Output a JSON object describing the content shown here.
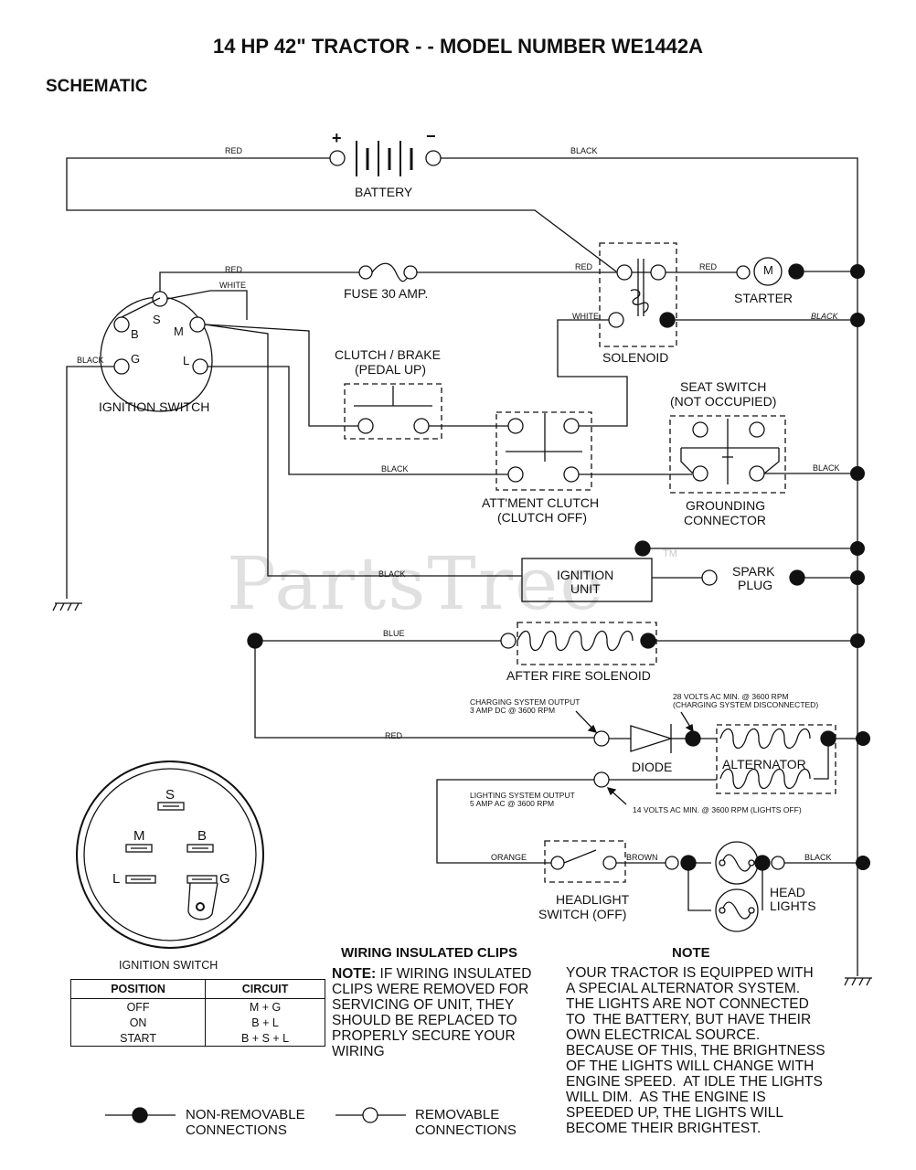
{
  "header": {
    "title": "14 HP 42\" TRACTOR - - MODEL NUMBER WE1442A",
    "subtitle": "SCHEMATIC"
  },
  "watermark": {
    "text": "PartsTree",
    "tm": "TM"
  },
  "components": {
    "battery": "BATTERY",
    "battery_plus": "+",
    "battery_minus": "−",
    "fuse": "FUSE 30 AMP.",
    "starter": "STARTER",
    "starter_symbol": "M",
    "solenoid": "SOLENOID",
    "ignition_switch": "IGNITION SWITCH",
    "ign_terminals": {
      "s": "S",
      "b": "B",
      "m": "M",
      "g": "G",
      "l": "L"
    },
    "clutch_brake_1": "CLUTCH / BRAKE",
    "clutch_brake_2": "(PEDAL UP)",
    "seat_switch_1": "SEAT SWITCH",
    "seat_switch_2": "(NOT OCCUPIED)",
    "attment_1": "ATT'MENT CLUTCH",
    "attment_2": "(CLUTCH OFF)",
    "grounding_1": "GROUNDING",
    "grounding_2": "CONNECTOR",
    "ignition_unit_1": "IGNITION",
    "ignition_unit_2": "UNIT",
    "spark_plug_1": "SPARK",
    "spark_plug_2": "PLUG",
    "after_fire": "AFTER FIRE SOLENOID",
    "diode": "DIODE",
    "alternator": "ALTERNATOR",
    "headlight_sw_1": "HEADLIGHT",
    "headlight_sw_2": "SWITCH (OFF)",
    "head_lights_1": "HEAD",
    "head_lights_2": "LIGHTS"
  },
  "wires": {
    "red": "RED",
    "black": "BLACK",
    "white": "WHITE",
    "blue": "BLUE",
    "orange": "ORANGE",
    "brown": "BROWN"
  },
  "ratings": {
    "charging_1": "CHARGING SYSTEM OUTPUT",
    "charging_2": "3 AMP DC @ 3600 RPM",
    "volts28_1": "28 VOLTS AC MIN. @ 3600 RPM",
    "volts28_2": "(CHARGING SYSTEM DISCONNECTED)",
    "lighting_1": "LIGHTING SYSTEM OUTPUT",
    "lighting_2": "5 AMP AC @ 3600 RPM",
    "volts14": "14 VOLTS AC MIN. @ 3600 RPM (LIGHTS OFF)"
  },
  "ignition_detail": {
    "caption": "IGNITION SWITCH",
    "s": "S",
    "m": "M",
    "b": "B",
    "l": "L",
    "g": "G",
    "table": {
      "headers": [
        "POSITION",
        "CIRCUIT"
      ],
      "rows": [
        [
          "OFF",
          "M + G"
        ],
        [
          "ON",
          "B + L"
        ],
        [
          "START",
          "B + S + L"
        ]
      ]
    }
  },
  "clips": {
    "title": "WIRING INSULATED CLIPS",
    "note_lead": "NOTE:",
    "text": " IF WIRING INSULATED\nCLIPS WERE REMOVED FOR\nSERVICING OF UNIT, THEY\nSHOULD BE REPLACED TO\nPROPERLY SECURE YOUR\nWIRING"
  },
  "note": {
    "title": "NOTE",
    "text": "YOUR TRACTOR IS EQUIPPED WITH\nA SPECIAL ALTERNATOR SYSTEM.\nTHE LIGHTS ARE NOT CONNECTED\nTO  THE BATTERY, BUT HAVE THEIR\nOWN ELECTRICAL SOURCE.\nBECAUSE OF THIS, THE BRIGHTNESS\nOF THE LIGHTS WILL CHANGE WITH\nENGINE SPEED.  AT IDLE THE LIGHTS\nWILL DIM.  AS THE ENGINE IS\nSPEEDED UP, THE LIGHTS WILL\nBECOME THEIR BRIGHTEST."
  },
  "legend": {
    "non_removable_1": "NON-REMOVABLE",
    "non_removable_2": "CONNECTIONS",
    "removable_1": "REMOVABLE",
    "removable_2": "CONNECTIONS"
  }
}
